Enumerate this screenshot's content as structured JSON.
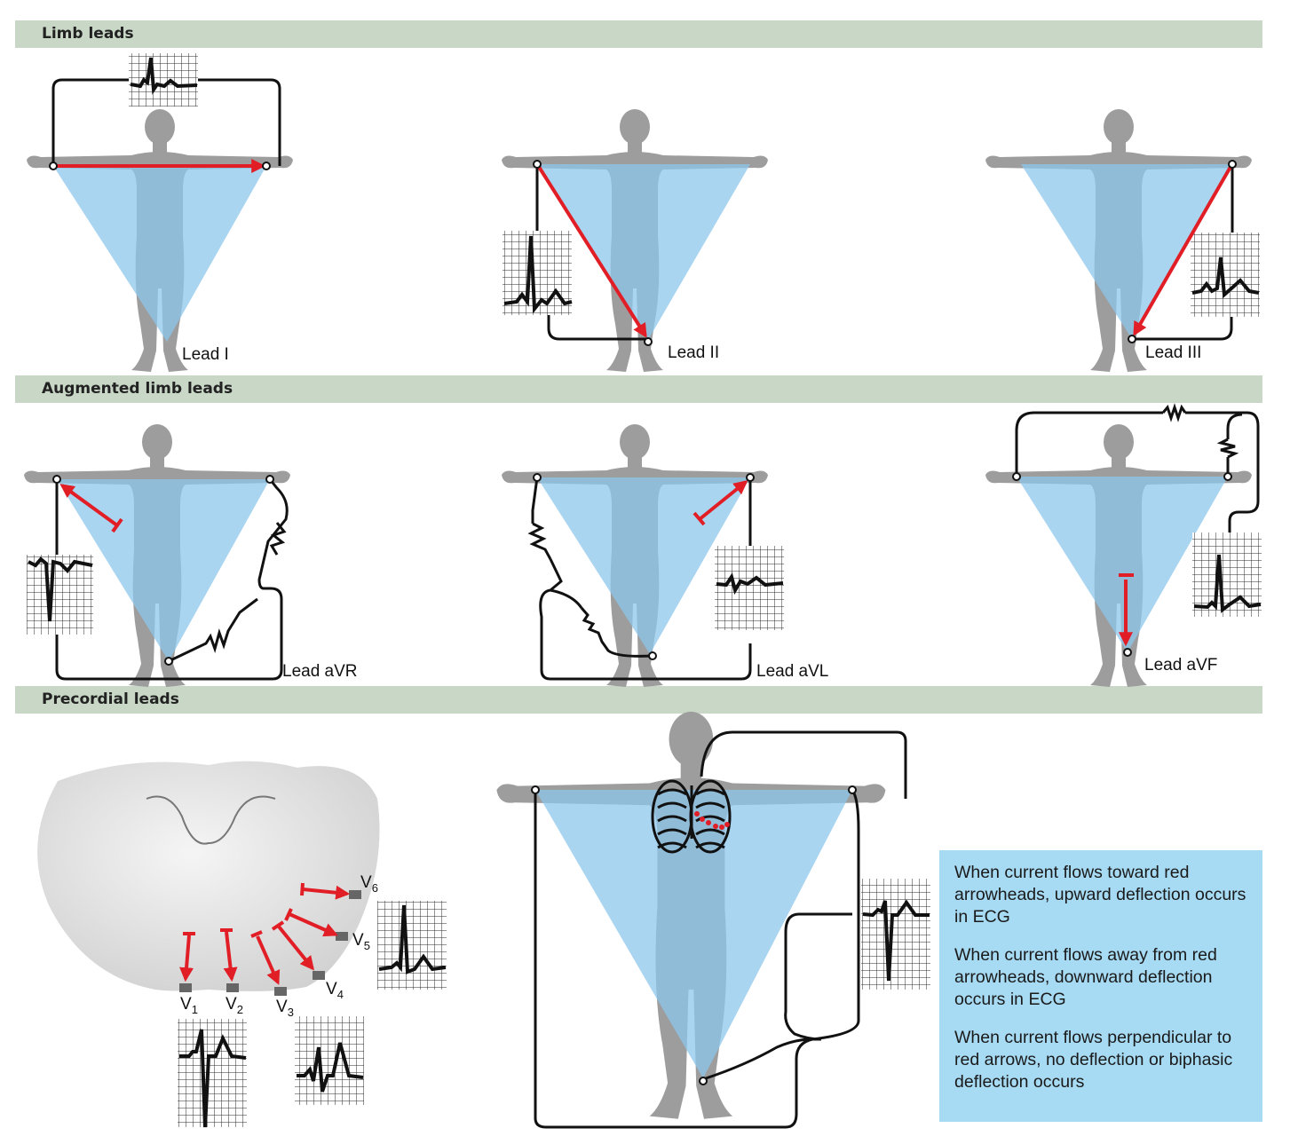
{
  "sections": {
    "limb": "Limb leads",
    "augmented": "Augmented limb leads",
    "precordial": "Precordial leads"
  },
  "lead_labels": {
    "lead_I": "Lead I",
    "lead_II": "Lead II",
    "lead_III": "Lead III",
    "lead_aVR": "Lead aVR",
    "lead_aVL": "Lead aVL",
    "lead_aVF": "Lead aVF"
  },
  "electrodes": {
    "V1": {
      "letter": "V",
      "sub": "1"
    },
    "V2": {
      "letter": "V",
      "sub": "2"
    },
    "V3": {
      "letter": "V",
      "sub": "3"
    },
    "V4": {
      "letter": "V",
      "sub": "4"
    },
    "V5": {
      "letter": "V",
      "sub": "5"
    },
    "V6": {
      "letter": "V",
      "sub": "6"
    }
  },
  "info_box": {
    "toward": "When current flows toward red arrowheads, upward deflection occurs in ECG",
    "away": "When current flows away from red arrowheads, downward deflection occurs in ECG",
    "perpendicular": "When current flows perpendicular to red arrows, no deflection or biphasic deflection occurs"
  },
  "colors": {
    "section_band": "#c8d7c6",
    "triangle": "#8ec7ec",
    "body": "#9d9d9d",
    "arrow": "#e11e26",
    "info_box": "#a7daf3"
  }
}
